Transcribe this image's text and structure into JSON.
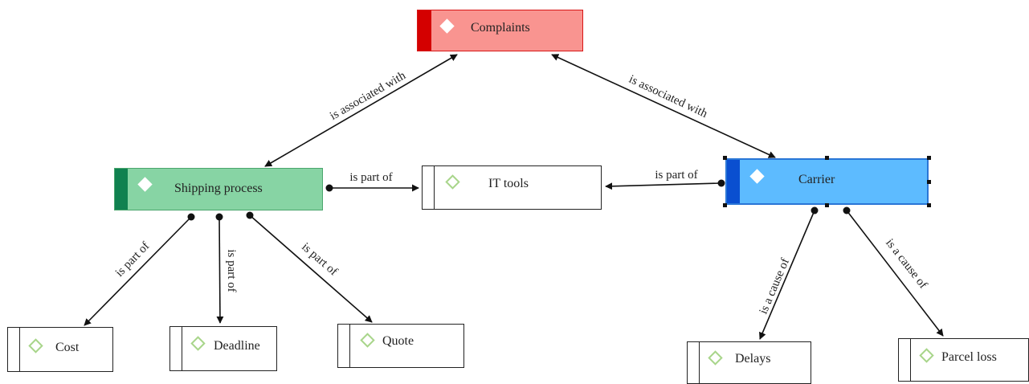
{
  "nodes": {
    "complaints": "Complaints",
    "shipping": "Shipping process",
    "it_tools": "IT tools",
    "carrier": "Carrier",
    "cost": "Cost",
    "deadline": "Deadline",
    "quote": "Quote",
    "delays": "Delays",
    "parcel_loss": "Parcel loss"
  },
  "edges": {
    "shipping_complaints": "is associated with",
    "carrier_complaints": "is associated with",
    "shipping_it": "is part of",
    "carrier_it": "is part of",
    "shipping_cost": "is part of",
    "shipping_deadline": "is part of",
    "shipping_quote": "is part of",
    "carrier_delays": "is a cause of",
    "carrier_parcel": "is a cause of"
  },
  "colors": {
    "complaints": "#f99490",
    "complaints_accent": "#d40000",
    "shipping": "#87d4a4",
    "shipping_accent": "#108150",
    "carrier": "#5dbbff",
    "carrier_accent": "#0a4fd0",
    "diamond": "#a8d58a"
  },
  "icons": {
    "node_marker": "diamond-icon"
  },
  "selection": {
    "selected_node": "Carrier"
  }
}
